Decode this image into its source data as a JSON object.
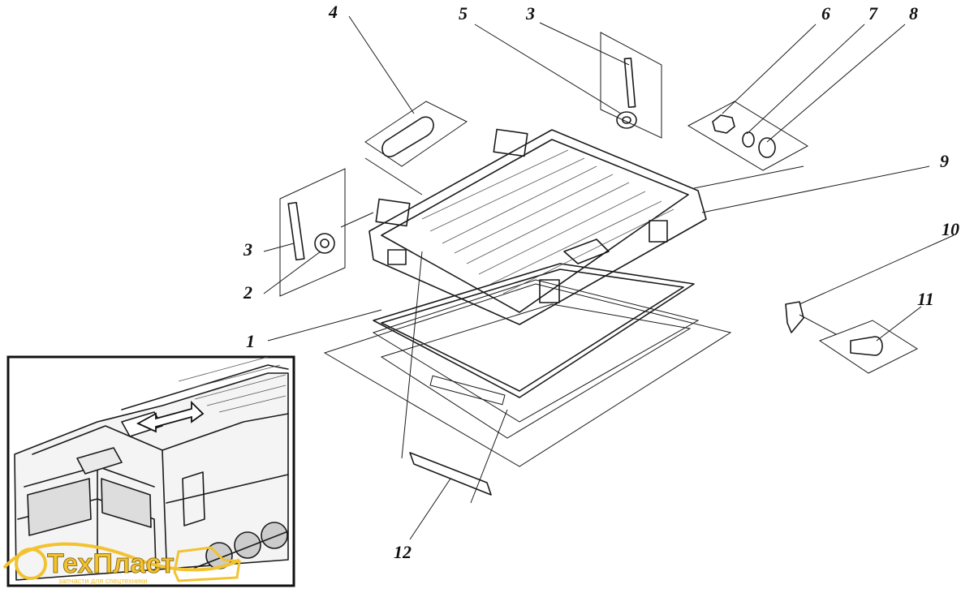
{
  "callouts": [
    {
      "id": "c4",
      "label": "4"
    },
    {
      "id": "c5",
      "label": "5"
    },
    {
      "id": "c3a",
      "label": "3"
    },
    {
      "id": "c6",
      "label": "6"
    },
    {
      "id": "c7",
      "label": "7"
    },
    {
      "id": "c8",
      "label": "8"
    },
    {
      "id": "c9",
      "label": "9"
    },
    {
      "id": "c3b",
      "label": "3"
    },
    {
      "id": "c2",
      "label": "2"
    },
    {
      "id": "c10",
      "label": "10"
    },
    {
      "id": "c11",
      "label": "11"
    },
    {
      "id": "c1",
      "label": "1"
    },
    {
      "id": "c12",
      "label": "12"
    }
  ],
  "logo": {
    "brand": "ТехПласт",
    "tagline": "запчасти для спецтехники",
    "colors": {
      "primary": "#f2c230",
      "outline": "#7a5a00"
    }
  },
  "colors": {
    "ink": "#1a1a1a",
    "background": "#ffffff"
  }
}
